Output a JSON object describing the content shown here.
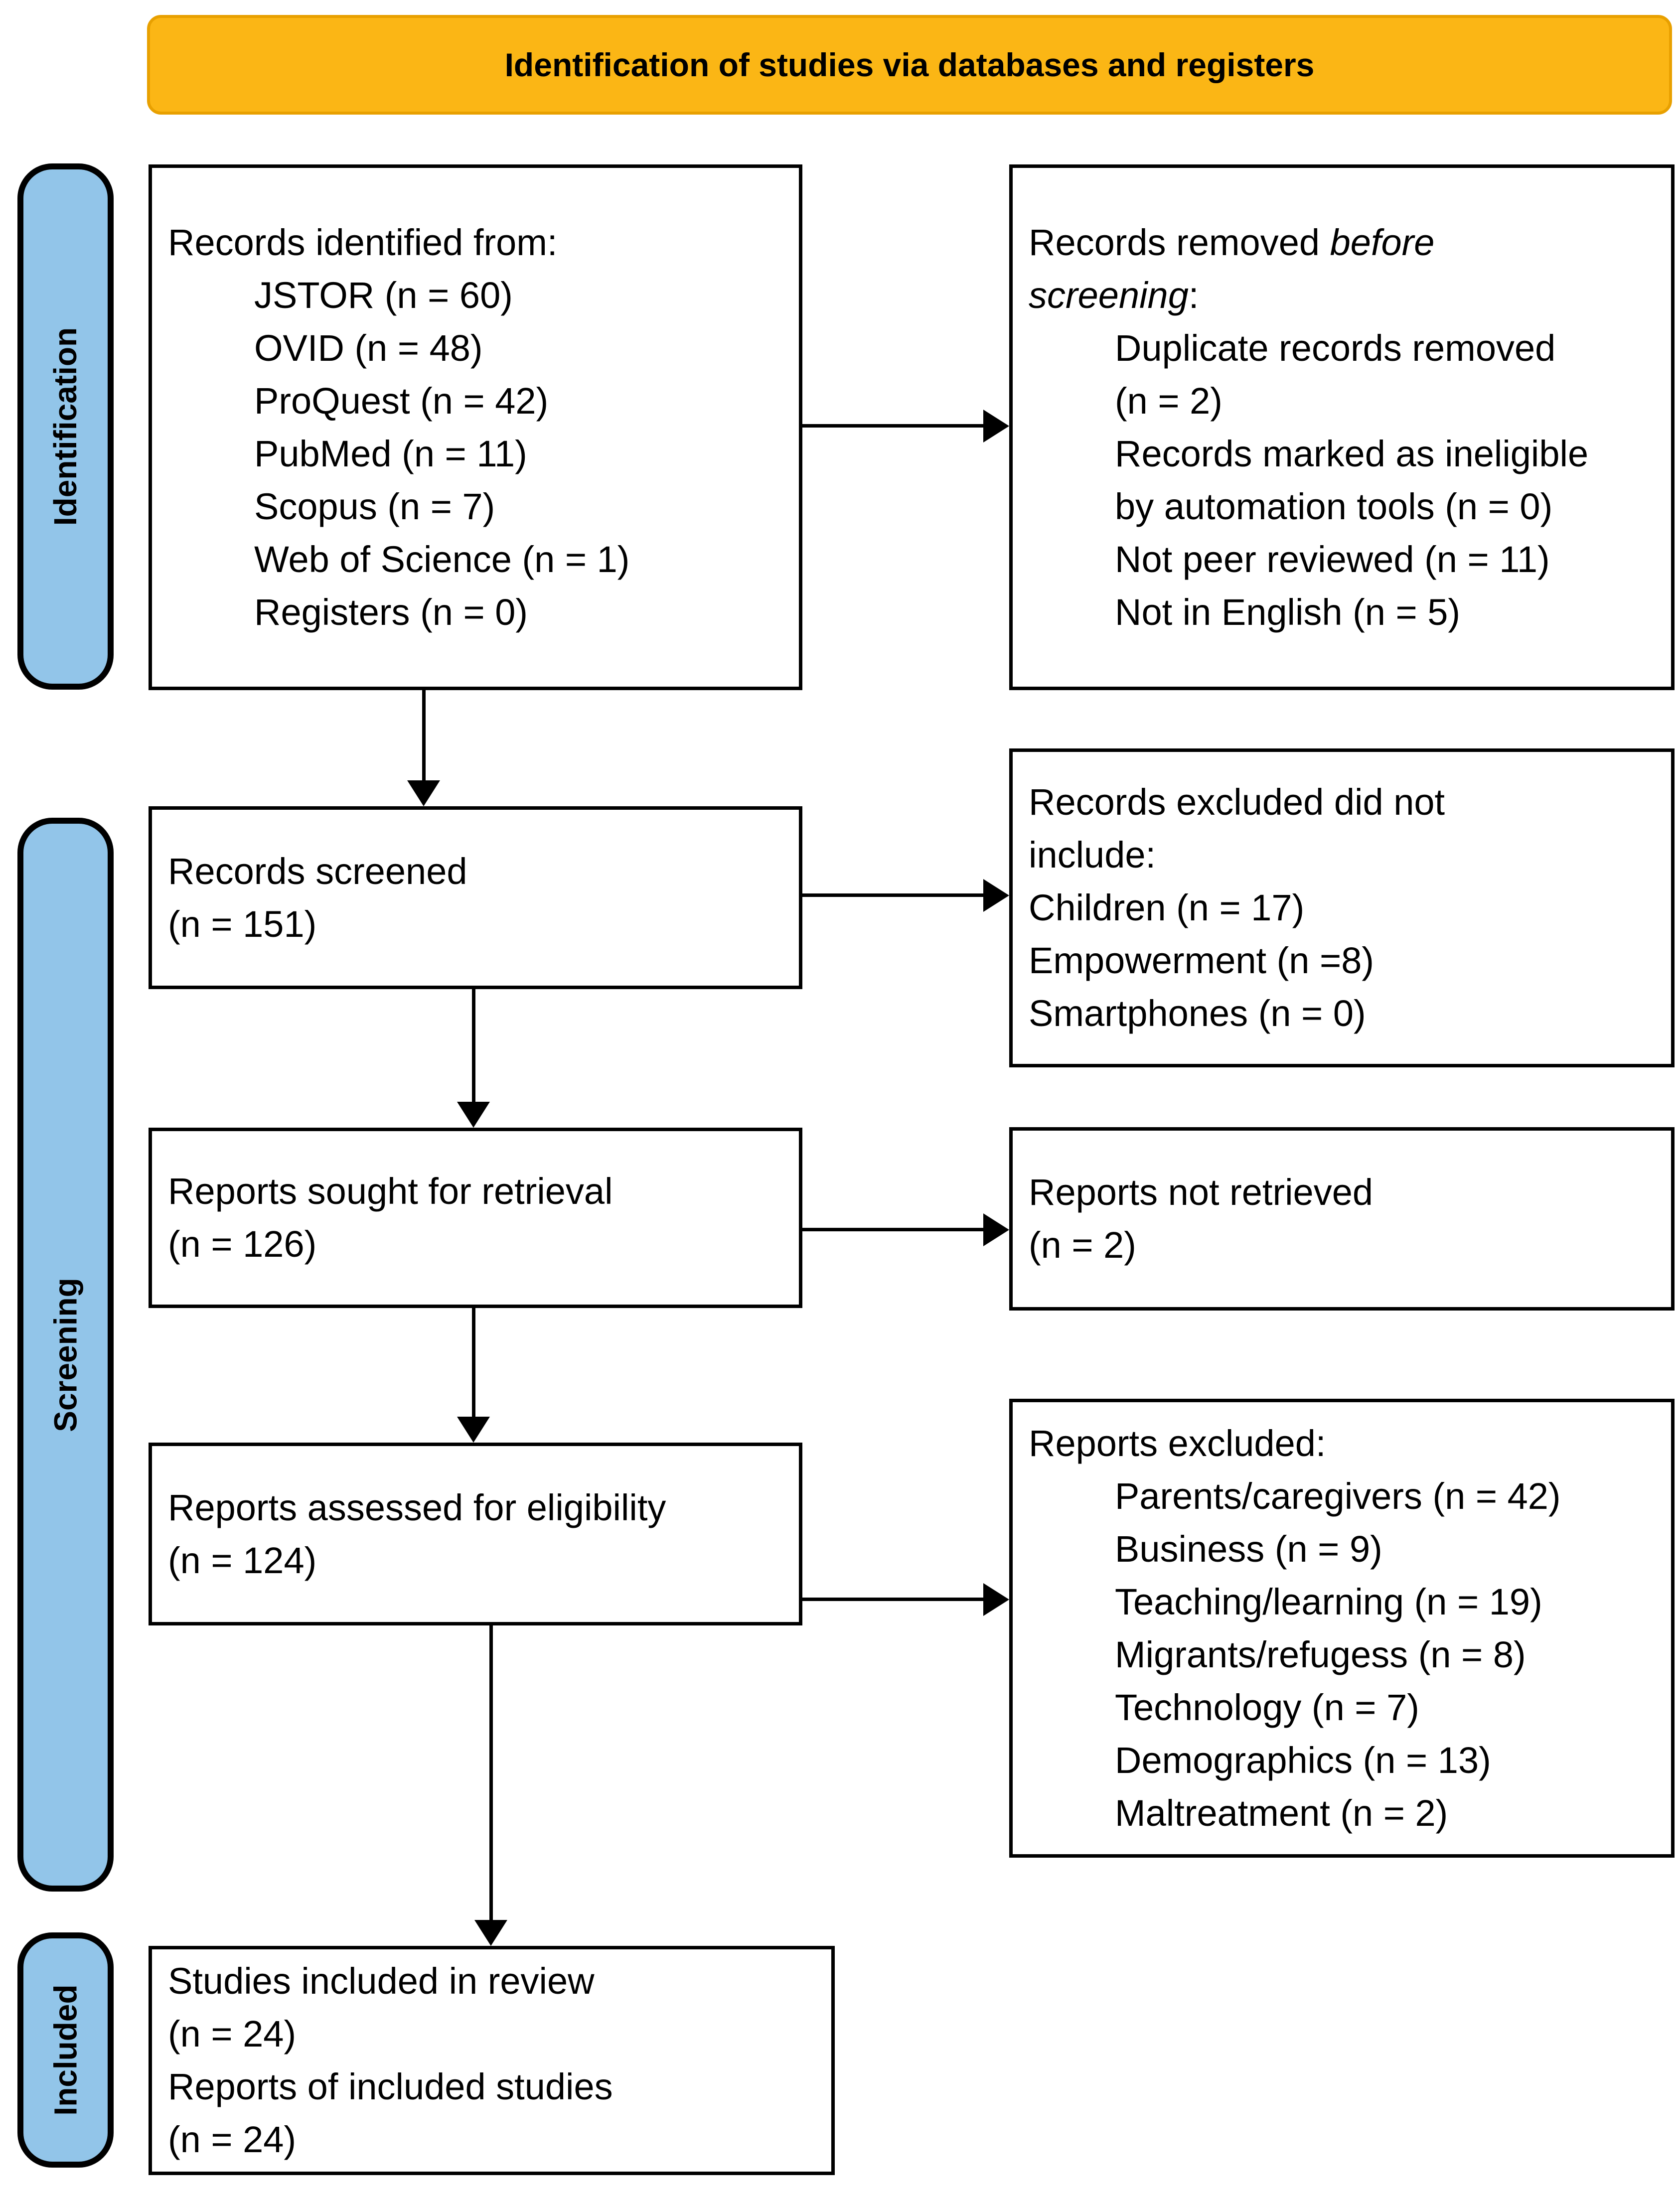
{
  "banner": {
    "label": "Identification of studies via databases and registers"
  },
  "colors": {
    "banner_bg": "#FBB615",
    "banner_border": "#E8A000",
    "sidebar_bg": "#92C5E9",
    "box_border": "#000000",
    "box_bg": "#FFFFFF",
    "text": "#000000"
  },
  "sidebar": {
    "labels": [
      {
        "id": "identification",
        "label": "Identification"
      },
      {
        "id": "screening",
        "label": "Screening"
      },
      {
        "id": "included",
        "label": "Included"
      }
    ]
  },
  "boxes": {
    "records_identified": {
      "lines": [
        {
          "text": "Records identified from:",
          "indent": 0
        },
        {
          "text": "JSTOR (n = 60)",
          "indent": 1
        },
        {
          "text": "OVID (n = 48)",
          "indent": 1
        },
        {
          "text": "ProQuest (n = 42)",
          "indent": 1
        },
        {
          "text": "PubMed (n = 11)",
          "indent": 1
        },
        {
          "text": "Scopus (n = 7)",
          "indent": 1
        },
        {
          "text": "Web of Science (n = 1)",
          "indent": 1
        },
        {
          "text": "Registers (n = 0)",
          "indent": 1
        }
      ]
    },
    "records_removed": {
      "lines": [
        {
          "segments": [
            {
              "text": "Records removed "
            },
            {
              "text": "before",
              "italic": true
            }
          ],
          "indent": 0
        },
        {
          "segments": [
            {
              "text": "screening",
              "italic": true
            },
            {
              "text": ":"
            }
          ],
          "indent": 0
        },
        {
          "text": "Duplicate records removed",
          "indent": 1
        },
        {
          "text": "(n = 2)",
          "indent": 1
        },
        {
          "text": "Records marked as ineligible",
          "indent": 1
        },
        {
          "text": "by automation tools (n = 0)",
          "indent": 1
        },
        {
          "text": "Not peer reviewed (n = 11)",
          "indent": 1
        },
        {
          "text": "Not in English (n = 5)",
          "indent": 1
        }
      ]
    },
    "records_screened": {
      "lines": [
        {
          "text": "Records screened",
          "indent": 0
        },
        {
          "text": "(n = 151)",
          "indent": 0
        }
      ]
    },
    "records_excluded": {
      "lines": [
        {
          "text": "Records excluded did not",
          "indent": 0
        },
        {
          "text": "include:",
          "indent": 0
        },
        {
          "text": "Children (n = 17)",
          "indent": 0
        },
        {
          "text": "Empowerment (n =8)",
          "indent": 0
        },
        {
          "text": "Smartphones (n = 0)",
          "indent": 0
        }
      ]
    },
    "reports_sought": {
      "lines": [
        {
          "text": "Reports sought for retrieval",
          "indent": 0
        },
        {
          "text": "(n = 126)",
          "indent": 0
        }
      ]
    },
    "reports_not_retrieved": {
      "lines": [
        {
          "text": "Reports not retrieved",
          "indent": 0
        },
        {
          "text": "(n = 2)",
          "indent": 0
        }
      ]
    },
    "reports_assessed": {
      "lines": [
        {
          "text": "Reports assessed for eligibility",
          "indent": 0
        },
        {
          "text": "(n = 124)",
          "indent": 0
        }
      ]
    },
    "reports_excluded": {
      "lines": [
        {
          "text": "Reports excluded:",
          "indent": 0
        },
        {
          "text": "Parents/caregivers (n = 42)",
          "indent": 1
        },
        {
          "text": "Business (n = 9)",
          "indent": 1
        },
        {
          "text": "Teaching/learning (n = 19)",
          "indent": 1
        },
        {
          "text": "Migrants/refugess (n = 8)",
          "indent": 1
        },
        {
          "text": "Technology (n = 7)",
          "indent": 1
        },
        {
          "text": "Demographics (n = 13)",
          "indent": 1
        },
        {
          "text": "Maltreatment (n = 2)",
          "indent": 1
        }
      ]
    },
    "studies_included": {
      "lines": [
        {
          "text": "Studies included in review",
          "indent": 0
        },
        {
          "text": "(n = 24)",
          "indent": 0
        },
        {
          "text": "Reports of included studies",
          "indent": 0
        },
        {
          "text": "(n = 24)",
          "indent": 0
        }
      ]
    }
  }
}
